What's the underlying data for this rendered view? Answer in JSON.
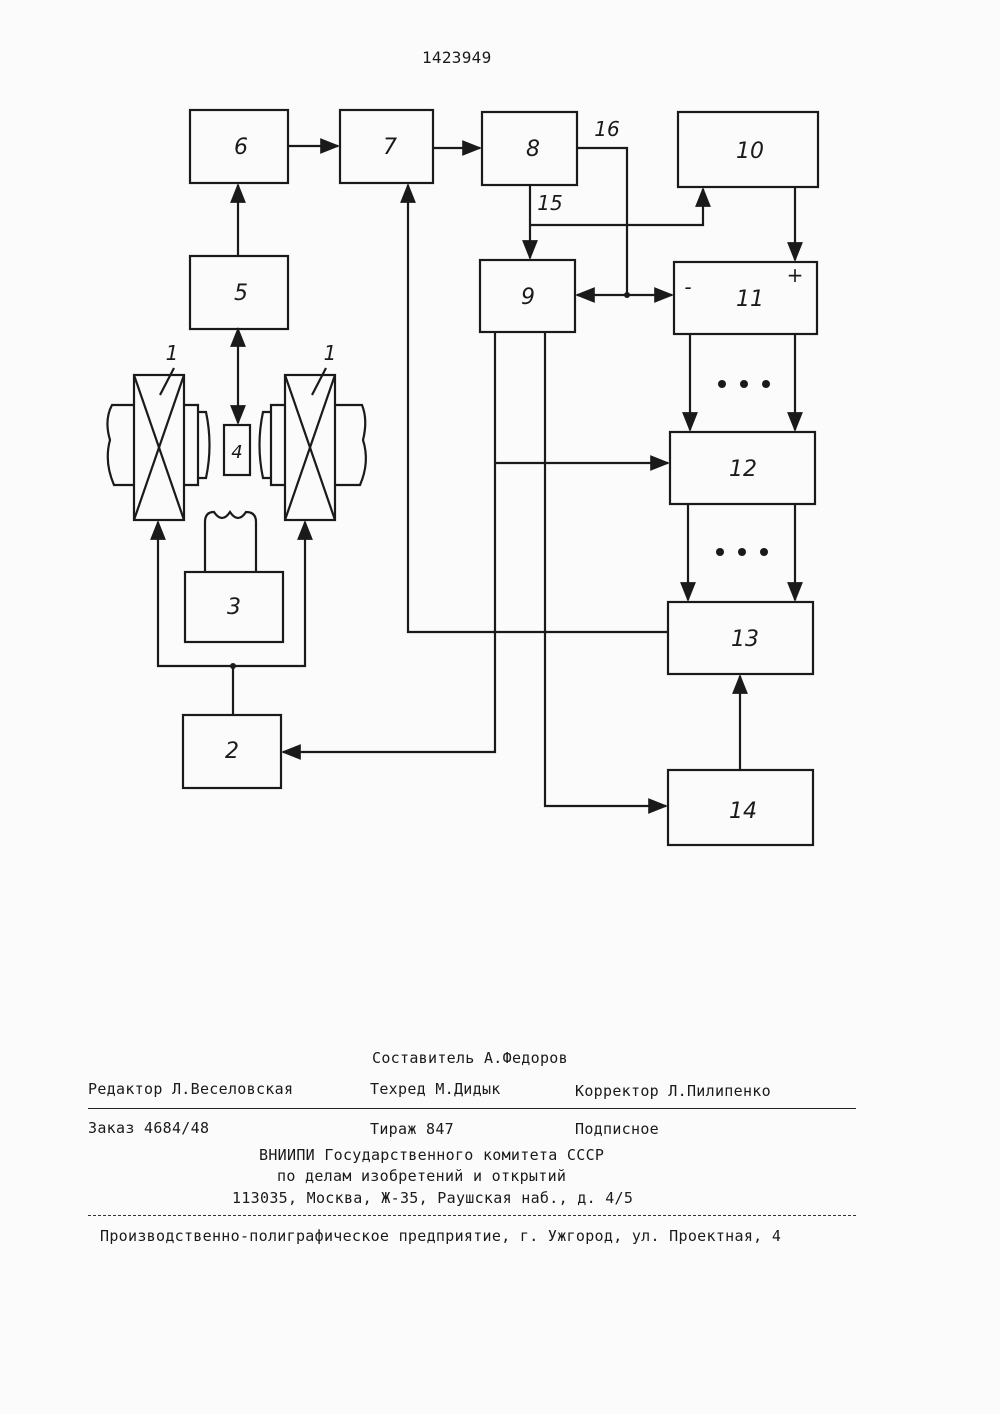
{
  "patent_number": "1423949",
  "diagram": {
    "blocks": [
      {
        "id": "b1",
        "label": "1"
      },
      {
        "id": "b2",
        "label": "2"
      },
      {
        "id": "b3",
        "label": "3"
      },
      {
        "id": "b4",
        "label": "4"
      },
      {
        "id": "b5",
        "label": "5"
      },
      {
        "id": "b6",
        "label": "6"
      },
      {
        "id": "b7",
        "label": "7"
      },
      {
        "id": "b8",
        "label": "8"
      },
      {
        "id": "b9",
        "label": "9"
      },
      {
        "id": "b10",
        "label": "10"
      },
      {
        "id": "b11",
        "label": "11"
      },
      {
        "id": "b12",
        "label": "12"
      },
      {
        "id": "b13",
        "label": "13"
      },
      {
        "id": "b14",
        "label": "14"
      }
    ],
    "line_labels": {
      "l15": "15",
      "l16": "16"
    },
    "signs": {
      "minus": "-",
      "plus": "+"
    }
  },
  "imprint": {
    "compiler": "Составитель А.Федоров",
    "editor": "Редактор Л.Веселовская",
    "techred": "Техред М.Дидык",
    "corrector": "Корректор Л.Пилипенко",
    "order": "Заказ 4684/48",
    "circulation": "Тираж 847",
    "subscription": "Подписное",
    "org_line1": "ВНИИПИ Государственного комитета СССР",
    "org_line2": "по делам изобретений и открытий",
    "org_line3": "113035, Москва, Ж-35, Раушская наб., д. 4/5",
    "printer": "Производственно-полиграфическое предприятие, г. Ужгород, ул. Проектная, 4"
  }
}
